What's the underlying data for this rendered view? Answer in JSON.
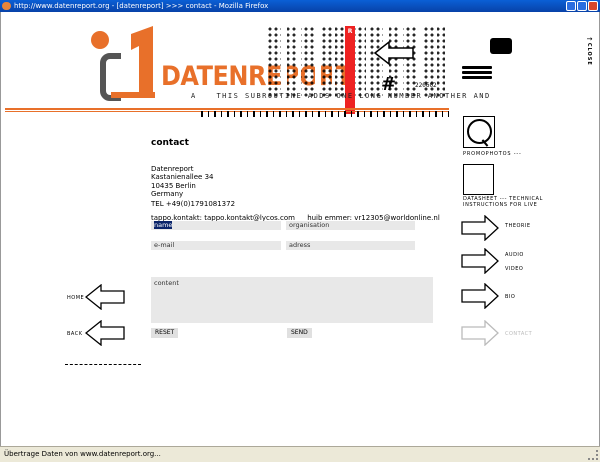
{
  "window": {
    "title": "http://www.datenreport.org - [datenreport] >>> contact - Mozilla Firefox"
  },
  "status": {
    "text": "Übertrage Daten von www.datenreport.org..."
  },
  "header": {
    "brand": "DATENREPORT",
    "ticker": "THIS SUBROUTINE ADDS ONE  LONG NUMBER   ANOTHER AND",
    "ticker_prefix": "A",
    "red_strip_letter": "R",
    "hash": "#",
    "code": "220602",
    "close_label": "CLOSE"
  },
  "main": {
    "title": "contact",
    "address": [
      "Datenreport",
      "Kastanienallee 34",
      "10435 Berlin",
      "Germany"
    ],
    "tel": "TEL +49(0)1791081372",
    "email1": "tappo.kontakt: tappo.kontakt@lycos.com",
    "email2": "huib emmer: vr12305@worldonline.nl"
  },
  "form": {
    "name_placeholder": "name",
    "organisation_placeholder": "organisation",
    "email_placeholder": "e-mail",
    "adress_placeholder": "adress",
    "content_placeholder": "content",
    "reset_label": "RESET",
    "send_label": "SEND"
  },
  "right": {
    "promo_label": "PROMOPHOTOS ---",
    "datasheet_label": "DATASHEET --- TECHNICAL INSTRUCTIONS FOR LIVE",
    "theorie": "THEORIE",
    "audio": "AUDIO",
    "video": "VIDEO",
    "bio": "BIO",
    "contact": "CONTACT"
  },
  "left": {
    "home": "HOME",
    "back": "BACK"
  },
  "colors": {
    "accent": "#e8702a",
    "red": "#e22222",
    "field_bg": "#e8e8e8",
    "disabled": "#bbbbbb"
  },
  "icons": [
    "firefox-icon",
    "arrow-left-icon",
    "arrow-right-icon",
    "magnifier-icon",
    "menu-icon"
  ]
}
